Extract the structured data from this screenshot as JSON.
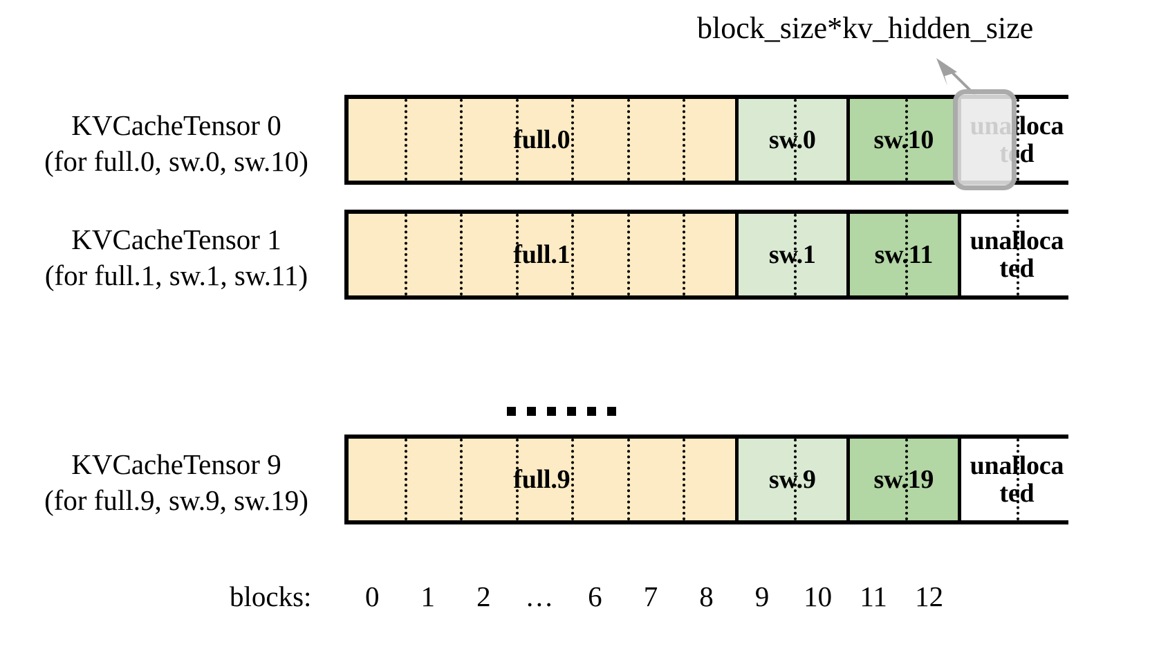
{
  "annotation": {
    "text": "block_size*kv_hidden_size",
    "arrow_icon": "arrow-up-left-icon",
    "target_block_index": 11,
    "target_row_index": 0
  },
  "rows": [
    {
      "label_line1": "KVCacheTensor 0",
      "label_line2": "(for full.0, sw.0, sw.10)",
      "segments": [
        {
          "name": "full-segment",
          "label": "full.0",
          "color": "#FCEBC4",
          "blocks": [
            0,
            1,
            2,
            3,
            4,
            5,
            6
          ]
        },
        {
          "name": "sw-light-segment",
          "label": "sw.0",
          "color": "#D9E9D2",
          "blocks": [
            7,
            8
          ]
        },
        {
          "name": "sw-dark-segment",
          "label": "sw.10",
          "color": "#B2D6A4",
          "blocks": [
            9,
            10
          ]
        },
        {
          "name": "unallocated-segment",
          "label": "unalloca ted",
          "color": "#FFFFFF",
          "blocks": [
            11,
            12
          ]
        }
      ],
      "highlighted": true
    },
    {
      "label_line1": "KVCacheTensor 1",
      "label_line2": "(for full.1, sw.1, sw.11)",
      "segments": [
        {
          "name": "full-segment",
          "label": "full.1",
          "color": "#FCEBC4",
          "blocks": [
            0,
            1,
            2,
            3,
            4,
            5,
            6
          ]
        },
        {
          "name": "sw-light-segment",
          "label": "sw.1",
          "color": "#D9E9D2",
          "blocks": [
            7,
            8
          ]
        },
        {
          "name": "sw-dark-segment",
          "label": "sw.11",
          "color": "#B2D6A4",
          "blocks": [
            9,
            10
          ]
        },
        {
          "name": "unallocated-segment",
          "label": "unalloca ted",
          "color": "#FFFFFF",
          "blocks": [
            11,
            12
          ]
        }
      ],
      "highlighted": false
    },
    {
      "label_line1": "KVCacheTensor 9",
      "label_line2": "(for full.9, sw.9, sw.19)",
      "segments": [
        {
          "name": "full-segment",
          "label": "full.9",
          "color": "#FCEBC4",
          "blocks": [
            0,
            1,
            2,
            3,
            4,
            5,
            6
          ]
        },
        {
          "name": "sw-light-segment",
          "label": "sw.9",
          "color": "#D9E9D2",
          "blocks": [
            7,
            8
          ]
        },
        {
          "name": "sw-dark-segment",
          "label": "sw.19",
          "color": "#B2D6A4",
          "blocks": [
            9,
            10
          ]
        },
        {
          "name": "unallocated-segment",
          "label": "unalloca ted",
          "color": "#FFFFFF",
          "blocks": [
            11,
            12
          ]
        }
      ],
      "highlighted": false
    }
  ],
  "vertical_ellipsis": {
    "dot_count": 6
  },
  "axis": {
    "title": "blocks:",
    "ticks": [
      "0",
      "1",
      "2",
      "…",
      "6",
      "7",
      "8",
      "9",
      "10",
      "11",
      "12"
    ],
    "tick_block_indices": [
      0,
      1,
      2,
      3,
      4,
      5,
      6,
      7,
      8,
      9,
      10,
      11,
      12
    ]
  },
  "colors": {
    "full": "#FCEBC4",
    "sw_light": "#D9E9D2",
    "sw_dark": "#B2D6A4",
    "unallocated": "#FFFFFF",
    "outline": "#000000",
    "highlight_fill": "#E9E9E9",
    "highlight_border": "#A0A0A0",
    "arrow": "#A0A0A0"
  }
}
